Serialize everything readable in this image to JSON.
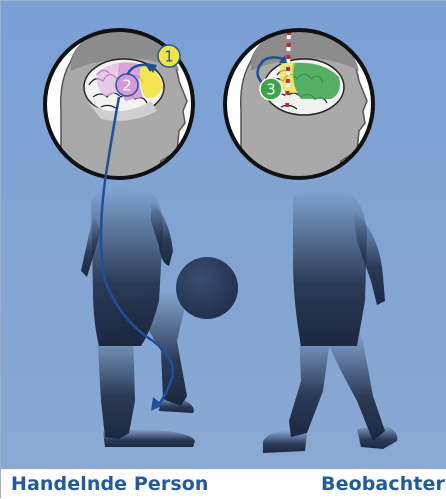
{
  "labels": {
    "actor": "Handelnde Person",
    "observer": "Beobachter"
  },
  "markers": {
    "m1": "1",
    "m2": "2",
    "m3": "3"
  },
  "colors": {
    "background": "#7f9fcf",
    "silhouette": "#1b2840",
    "label": "#1f5aa6",
    "arrow": "#1e4f9a",
    "marker1": "#f3e33c",
    "marker2": "#d69ad6",
    "marker3": "#3aa54a",
    "divider_red": "#c0282c"
  }
}
